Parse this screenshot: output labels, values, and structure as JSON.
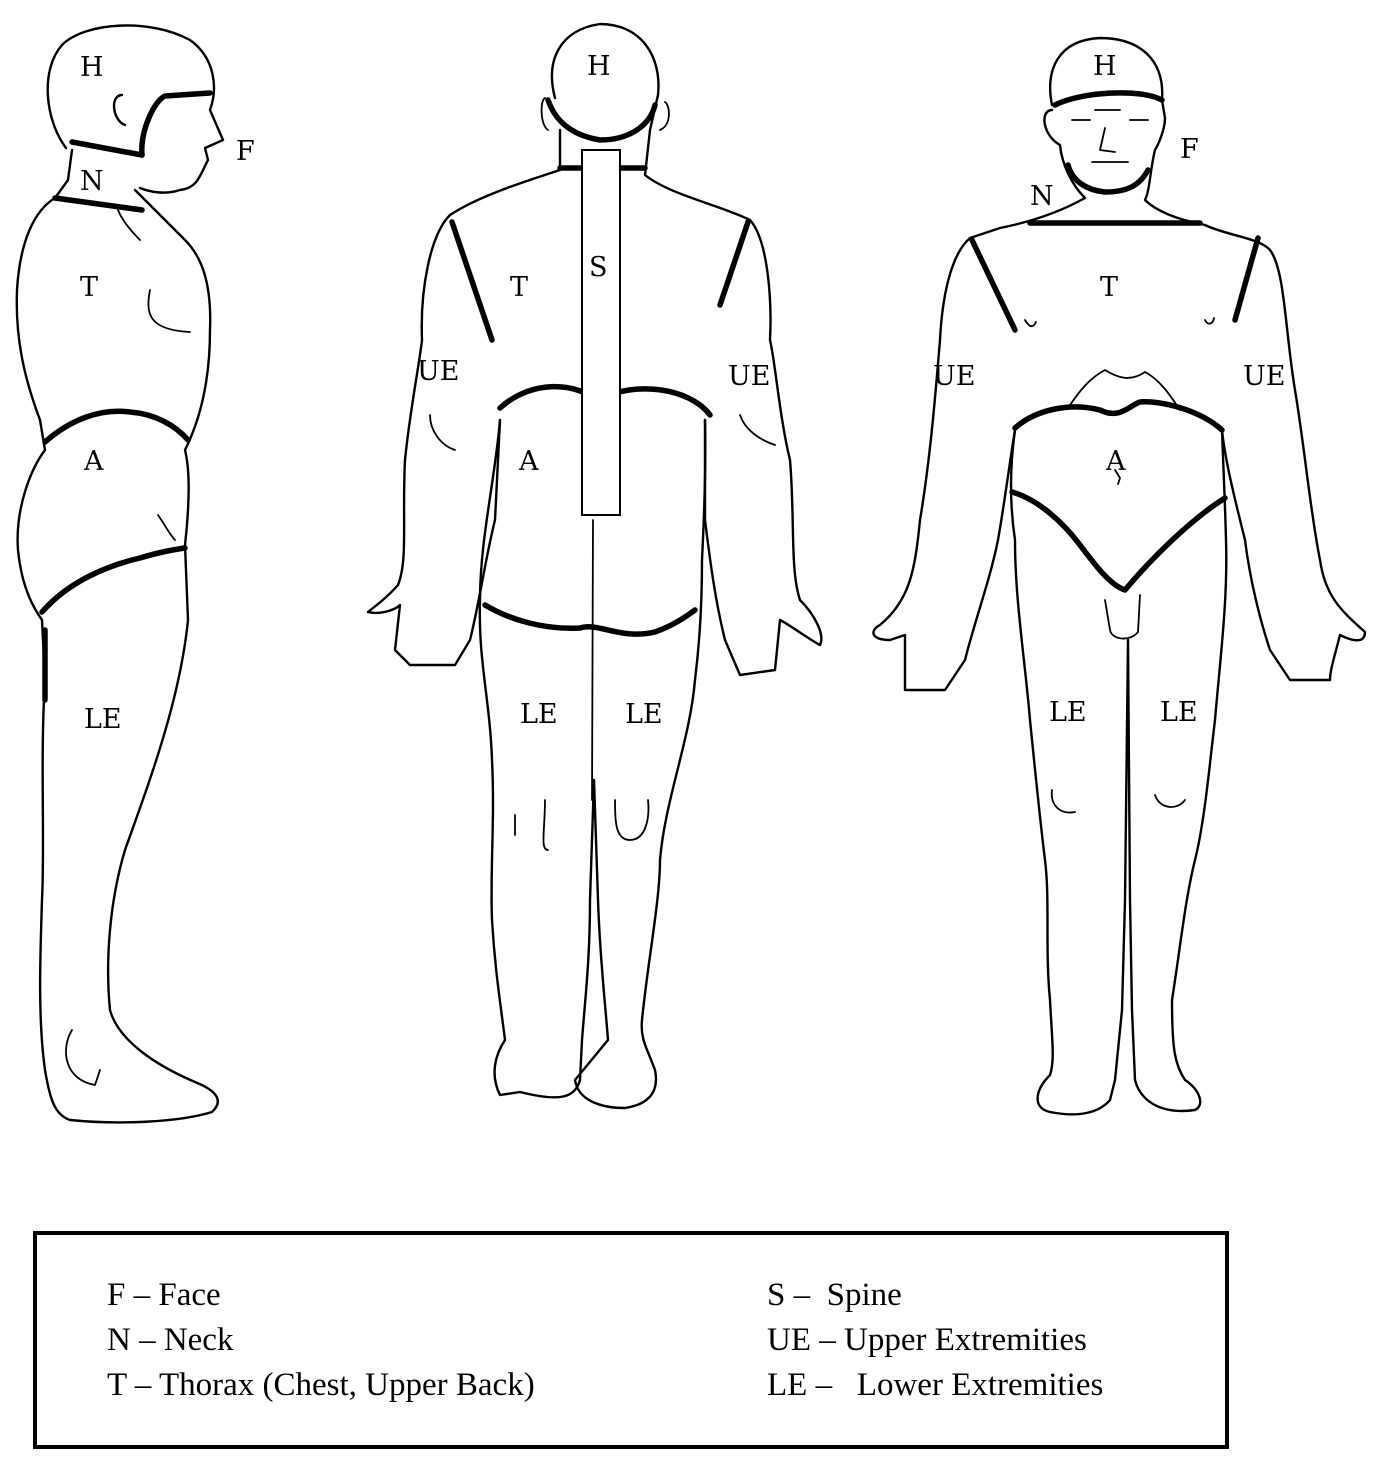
{
  "figure": {
    "side_view": {
      "labels": {
        "head": "H",
        "face": "F",
        "neck": "N",
        "thorax": "T",
        "abdomen": "A",
        "lower_extremity": "LE"
      }
    },
    "back_view": {
      "labels": {
        "head": "H",
        "spine": "S",
        "thorax": "T",
        "upper_extremity_left": "UE",
        "upper_extremity_right": "UE",
        "abdomen": "A",
        "lower_extremity_left": "LE",
        "lower_extremity_right": "LE"
      }
    },
    "front_view": {
      "labels": {
        "head": "H",
        "face": "F",
        "neck": "N",
        "thorax": "T",
        "upper_extremity_left": "UE",
        "upper_extremity_right": "UE",
        "abdomen": "A",
        "lower_extremity_left": "LE",
        "lower_extremity_right": "LE"
      }
    }
  },
  "legend": {
    "left": [
      "F – Face",
      "N – Neck",
      "T – Thorax (Chest, Upper Back)"
    ],
    "right": [
      "S –  Spine",
      "UE – Upper Extremities",
      "LE –   Lower Extremities"
    ]
  }
}
